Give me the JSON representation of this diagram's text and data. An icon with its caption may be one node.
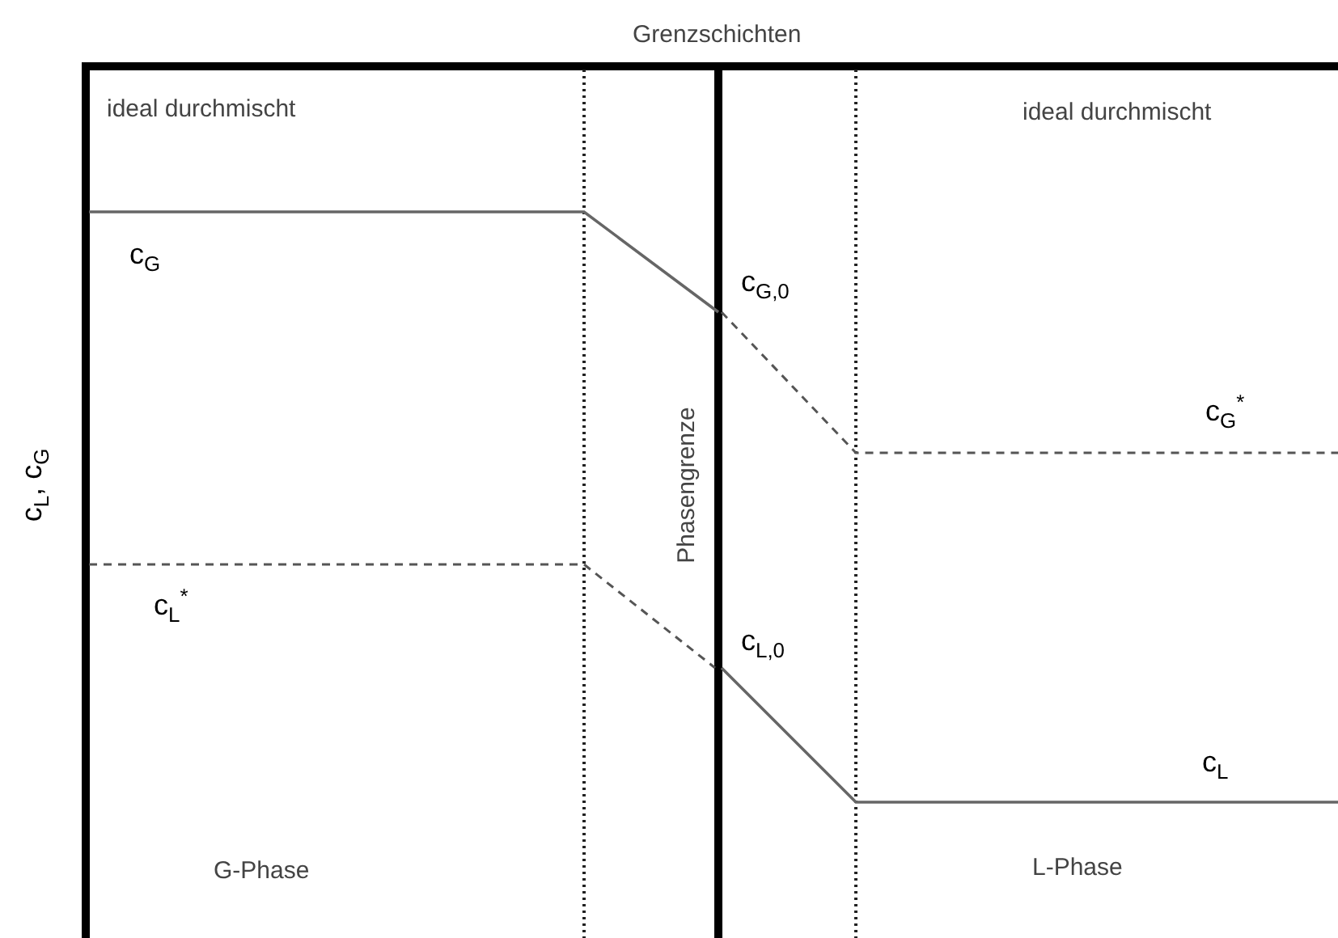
{
  "diagram": {
    "labels": [
      "Grenzschichten",
      "ideal durchmischt",
      "ideal durchmischt",
      "c$_{L}$, c$_{G}$",
      "c$_{G}$",
      "c$_{G,0}$",
      "c$_{G}$$^{*}$",
      "Phasengrenze",
      "c$_{L}$$^{*}$",
      "c$_{L,0}$",
      "c$_{L}$",
      "G-Phase",
      "L-Phase"
    ]
  }
}
